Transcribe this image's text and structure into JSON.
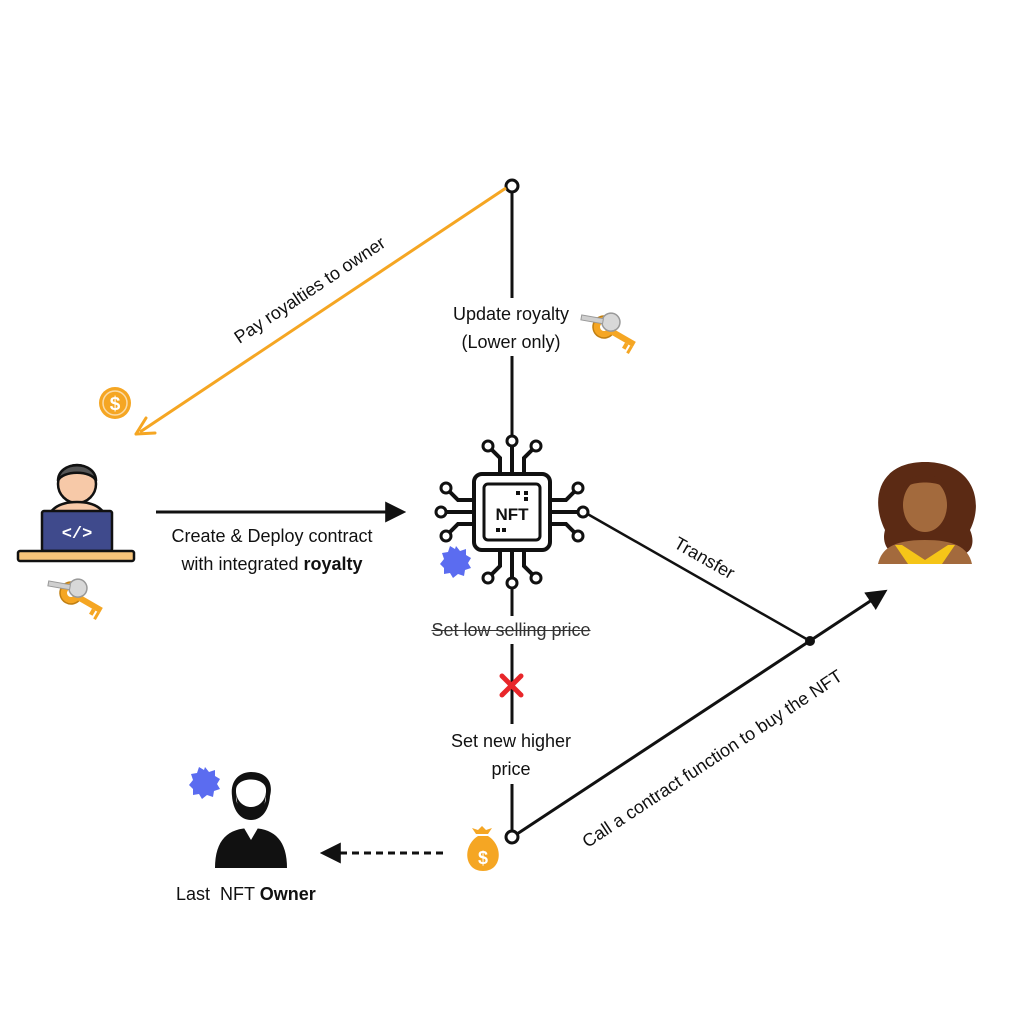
{
  "labels": {
    "pay_royalties": "Pay royalties to owner",
    "update_royalty_line1": "Update royalty",
    "update_royalty_line2": "(Lower only)",
    "create_line1": "Create & Deploy contract",
    "create_line2_prefix": "with integrated ",
    "create_line2_bold": "royalty",
    "nft_chip": "NFT",
    "transfer": "Transfer",
    "set_low_price": "Set low selling price",
    "set_higher_line1": "Set new higher",
    "set_higher_line2": "price",
    "call_contract": "Call a contract function to buy the NFT",
    "last_owner_prefix": "Last  NFT ",
    "last_owner_bold": "Owner"
  },
  "icons": {
    "developer": "developer-laptop-icon",
    "nft": "nft-chip-icon",
    "buyer": "buyer-woman-icon",
    "last_owner": "person-icon",
    "key": "key-icon",
    "coin": "dollar-coin-icon",
    "money_bag": "money-bag-icon",
    "badge": "verified-badge-icon",
    "reject": "red-x-icon"
  },
  "colors": {
    "royalty_arrow": "#F5A623",
    "badge": "#5B6CF0",
    "reject": "#E8262A",
    "laptop": "#3F4A8C",
    "skin": "#A36A3D",
    "hair": "#5B2A14"
  }
}
